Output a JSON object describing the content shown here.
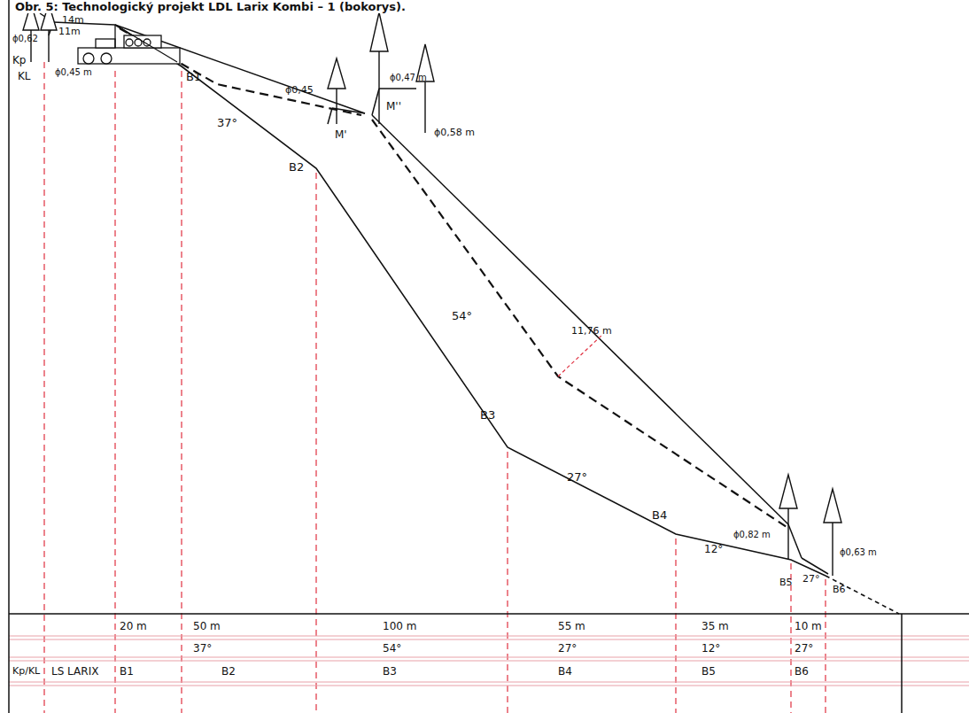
{
  "diagram": {
    "title": "Obr. 5: Technologický projekt LDL Larix Kombi – 1 (bokorys).",
    "labels": [
      "14m",
      "ϕ0,62",
      "11m",
      "ϕ0,45 m",
      "Kp",
      "KL",
      "B1",
      "37°",
      "ϕ0,45",
      "M'",
      "M''",
      "ϕ0,47 m",
      "ϕ0,58 m",
      "B2",
      "54°",
      "11,76 m",
      "B3",
      "27°",
      "B4",
      "12°",
      "ϕ0,82 m",
      "ϕ0,63 m",
      "B5",
      "27°",
      "B6",
      "20 m",
      "50 m",
      "100 m",
      "55 m",
      "35 m",
      "10 m",
      "37°",
      "54°",
      "27°",
      "12°",
      "27°",
      "Kp/KL",
      "LS LARIX",
      "B1",
      "B2",
      "B3",
      "B4",
      "B5",
      "B6"
    ]
  }
}
